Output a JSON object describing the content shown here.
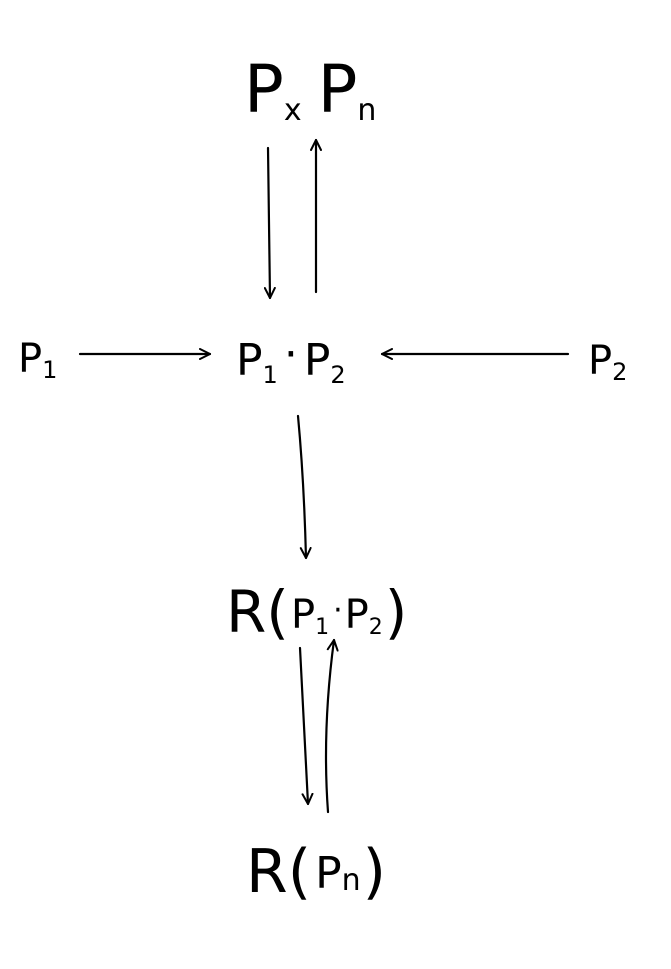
{
  "nodes": {
    "top": {
      "main1": "P",
      "sub1": "x",
      "main2": "P",
      "sub2": "n"
    },
    "left": {
      "main": "P",
      "sub": "1"
    },
    "center": {
      "main1": "P",
      "sub1": "1",
      "dot": "·",
      "main2": "P",
      "sub2": "2"
    },
    "right": {
      "main": "P",
      "sub": "2"
    },
    "r_product": {
      "prefix": "R(",
      "main1": "P",
      "sub1": "1",
      "dot": "·",
      "main2": "P",
      "sub2": "2",
      "suffix": ")"
    },
    "r_single": {
      "prefix": "R(",
      "main": "P",
      "sub": "n",
      "suffix": ")"
    }
  },
  "colors": {
    "ink": "#000000",
    "background": "#ffffff"
  }
}
